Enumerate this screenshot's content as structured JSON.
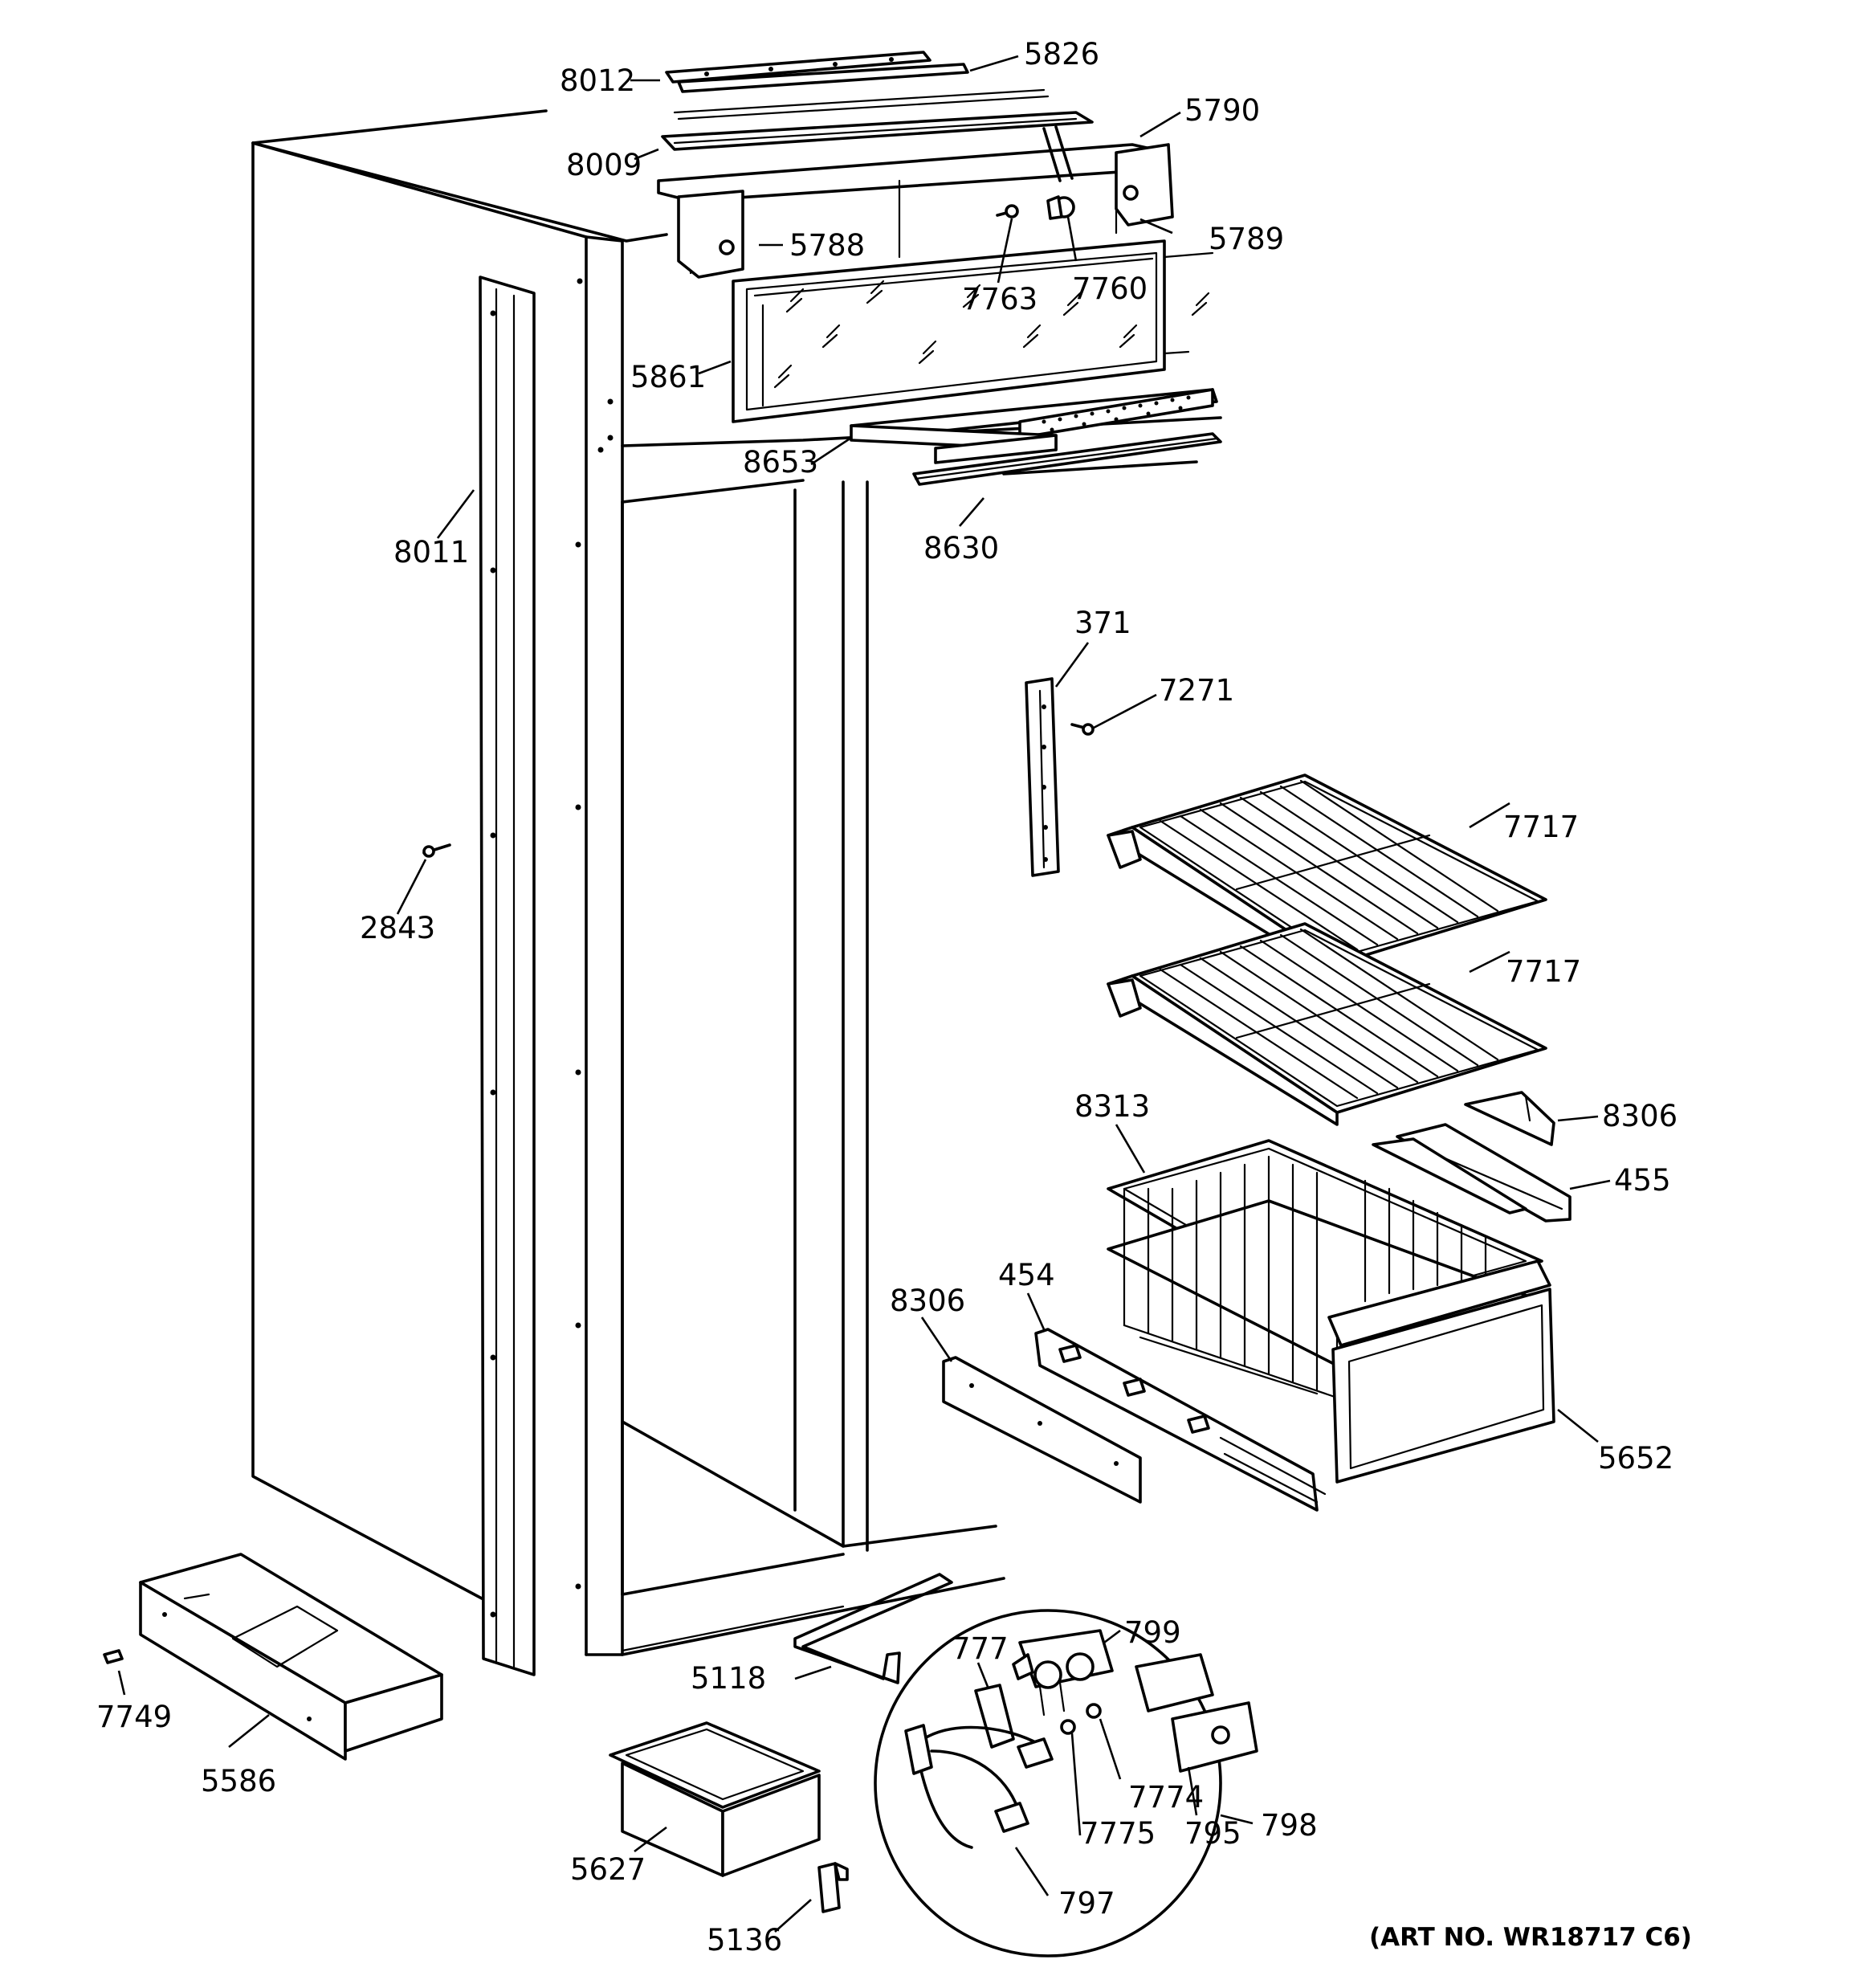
{
  "callouts": [
    {
      "id": "8012",
      "text": "8012"
    },
    {
      "id": "5826",
      "text": "5826"
    },
    {
      "id": "5790",
      "text": "5790"
    },
    {
      "id": "8009",
      "text": "8009"
    },
    {
      "id": "5788",
      "text": "5788"
    },
    {
      "id": "5789",
      "text": "5789"
    },
    {
      "id": "7763",
      "text": "7763"
    },
    {
      "id": "7760",
      "text": "7760"
    },
    {
      "id": "5861",
      "text": "5861"
    },
    {
      "id": "8653",
      "text": "8653"
    },
    {
      "id": "8630",
      "text": "8630"
    },
    {
      "id": "8011",
      "text": "8011"
    },
    {
      "id": "371",
      "text": "371"
    },
    {
      "id": "7271",
      "text": "7271"
    },
    {
      "id": "7717a",
      "text": "7717"
    },
    {
      "id": "7717b",
      "text": "7717"
    },
    {
      "id": "2843",
      "text": "2843"
    },
    {
      "id": "8313",
      "text": "8313"
    },
    {
      "id": "8306a",
      "text": "8306"
    },
    {
      "id": "455",
      "text": "455"
    },
    {
      "id": "8306b",
      "text": "8306"
    },
    {
      "id": "454",
      "text": "454"
    },
    {
      "id": "5652",
      "text": "5652"
    },
    {
      "id": "799",
      "text": "799"
    },
    {
      "id": "777",
      "text": "777"
    },
    {
      "id": "5118",
      "text": "5118"
    },
    {
      "id": "7749",
      "text": "7749"
    },
    {
      "id": "5586",
      "text": "5586"
    },
    {
      "id": "7774",
      "text": "7774"
    },
    {
      "id": "795",
      "text": "795"
    },
    {
      "id": "798",
      "text": "798"
    },
    {
      "id": "7775",
      "text": "7775"
    },
    {
      "id": "5627",
      "text": "5627"
    },
    {
      "id": "797",
      "text": "797"
    },
    {
      "id": "5136",
      "text": "5136"
    }
  ],
  "art_number": "(ART NO. WR18717 C6)"
}
